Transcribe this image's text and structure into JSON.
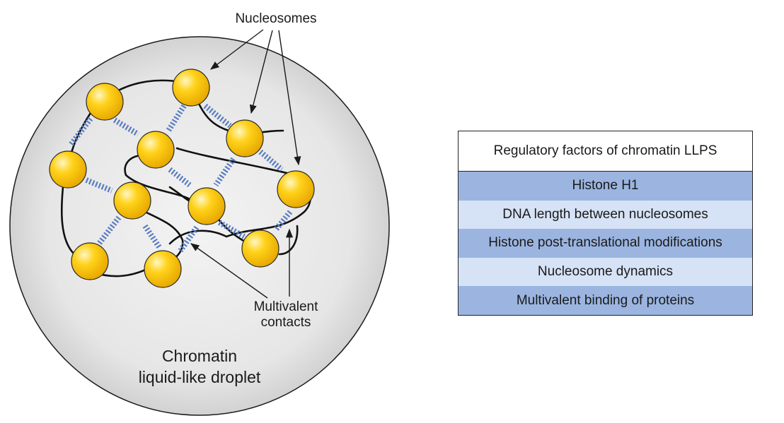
{
  "diagram": {
    "nucleosomes_label": "Nucleosomes",
    "multivalent_label_line1": "Multivalent",
    "multivalent_label_line2": "contacts",
    "droplet_label_line1": "Chromatin",
    "droplet_label_line2": "liquid-like droplet",
    "colors": {
      "nucleosome_fill": "#f2c200",
      "nucleosome_highlight": "#fff3b0",
      "contact_color": "#5a7bc0",
      "droplet_fill": "#e9e9e9"
    }
  },
  "table": {
    "header": "Regulatory factors of chromatin LLPS",
    "rows": [
      "Histone H1",
      "DNA length between nucleosomes",
      "Histone post-translational modifications",
      "Nucleosome dynamics",
      "Multivalent binding of proteins"
    ],
    "colors": {
      "row_dark": "#9bb5e0",
      "row_light": "#d6e2f5"
    }
  }
}
